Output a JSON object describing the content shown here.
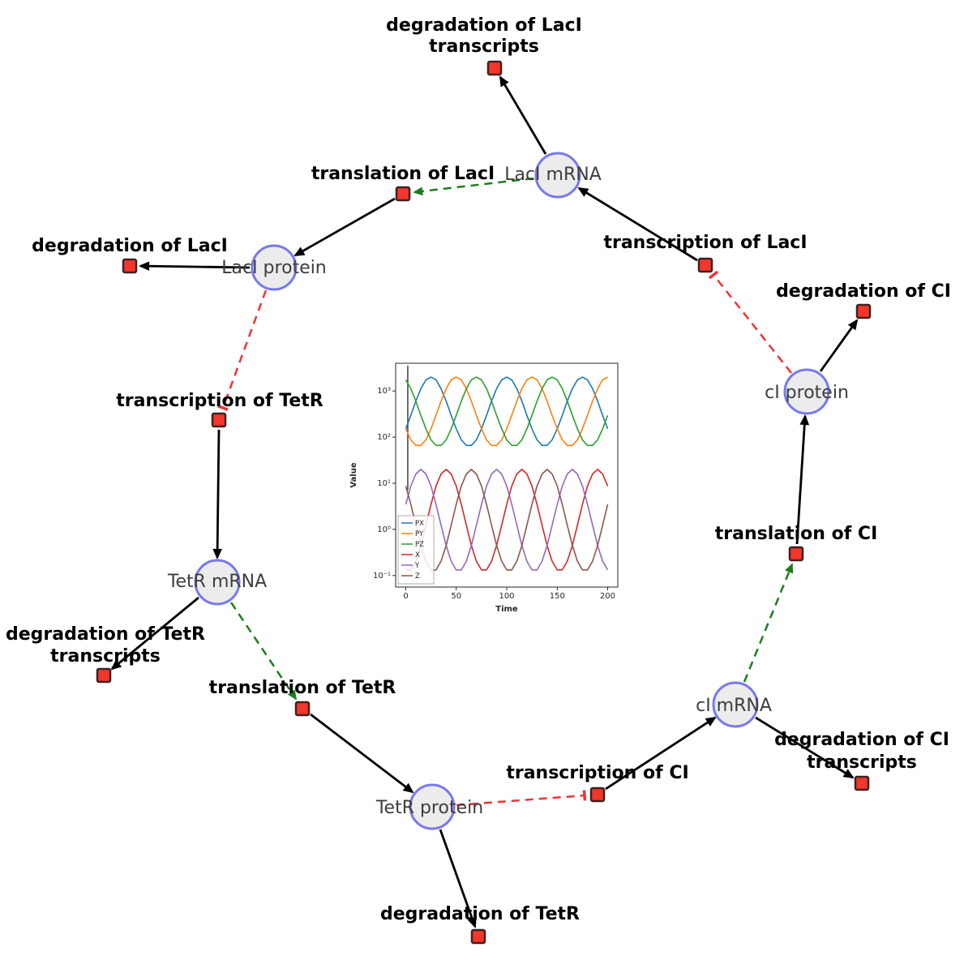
{
  "diagram": {
    "species": [
      {
        "label": "LacI mRNA"
      },
      {
        "label": "LacI protein"
      },
      {
        "label": "cI protein"
      },
      {
        "label": "TetR mRNA"
      },
      {
        "label": "cI mRNA"
      },
      {
        "label": "TetR protein"
      }
    ],
    "reactions": [
      {
        "lines": [
          "degradation of LacI",
          "transcripts"
        ]
      },
      {
        "lines": [
          "translation of LacI"
        ]
      },
      {
        "lines": [
          "transcription of LacI"
        ]
      },
      {
        "lines": [
          "degradation of LacI"
        ]
      },
      {
        "lines": [
          "degradation of CI"
        ]
      },
      {
        "lines": [
          "transcription of TetR"
        ]
      },
      {
        "lines": [
          "translation of CI"
        ]
      },
      {
        "lines": [
          "degradation of TetR",
          "transcripts"
        ]
      },
      {
        "lines": [
          "translation of TetR"
        ]
      },
      {
        "lines": [
          "transcription of CI"
        ]
      },
      {
        "lines": [
          "degradation of CI",
          "transcripts"
        ]
      },
      {
        "lines": [
          "degradation of TetR"
        ]
      }
    ],
    "colors": {
      "species_fill": "#ececec",
      "species_stroke": "#7878ee",
      "reaction_fill": "#f5362a",
      "reaction_stroke": "#402020",
      "edge_black": "#000000",
      "edge_green": "#1b7e1b",
      "edge_red": "#ee3333"
    }
  },
  "chart_data": {
    "type": "line",
    "title": "",
    "xlabel": "Time",
    "ylabel": "Value",
    "y_scale": "log",
    "xlim": [
      -10,
      210
    ],
    "ylim_log10": [
      -1.25,
      3.6
    ],
    "x_tick_labels": [
      "0",
      "50",
      "100",
      "150",
      "200"
    ],
    "y_tick_labels": [
      "10⁻¹",
      "10⁰",
      "10¹",
      "10²",
      "10³"
    ],
    "legend_position": "lower left",
    "x": [
      0,
      5,
      10,
      15,
      20,
      25,
      30,
      35,
      40,
      45,
      50,
      55,
      60,
      65,
      70,
      75,
      80,
      85,
      90,
      95,
      100,
      105,
      110,
      115,
      120,
      125,
      130,
      135,
      140,
      145,
      150,
      155,
      160,
      165,
      170,
      175,
      180,
      185,
      190,
      195,
      200
    ],
    "series": [
      {
        "name": "PX",
        "color": "#1f77b4",
        "log10_values": [
          2.18,
          2.47,
          2.78,
          3.05,
          3.24,
          3.3,
          3.24,
          3.05,
          2.78,
          2.47,
          2.18,
          1.94,
          1.82,
          1.82,
          1.94,
          2.18,
          2.47,
          2.78,
          3.05,
          3.24,
          3.3,
          3.24,
          3.05,
          2.78,
          2.47,
          2.18,
          1.94,
          1.82,
          1.82,
          1.94,
          2.18,
          2.47,
          2.78,
          3.05,
          3.24,
          3.3,
          3.24,
          3.05,
          2.78,
          2.47,
          2.18
        ]
      },
      {
        "name": "PY",
        "color": "#ff7f0e",
        "log10_values": [
          2.18,
          1.94,
          1.82,
          1.82,
          1.94,
          2.18,
          2.47,
          2.78,
          3.05,
          3.24,
          3.3,
          3.24,
          3.05,
          2.78,
          2.47,
          2.18,
          1.94,
          1.82,
          1.82,
          1.94,
          2.18,
          2.47,
          2.78,
          3.05,
          3.24,
          3.3,
          3.24,
          3.05,
          2.78,
          2.47,
          2.18,
          1.94,
          1.82,
          1.82,
          1.94,
          2.18,
          2.47,
          2.78,
          3.05,
          3.24,
          3.3
        ]
      },
      {
        "name": "PZ",
        "color": "#2ca02c",
        "log10_values": [
          3.24,
          3.05,
          2.78,
          2.47,
          2.18,
          1.94,
          1.82,
          1.82,
          1.94,
          2.18,
          2.47,
          2.78,
          3.05,
          3.24,
          3.3,
          3.24,
          3.05,
          2.78,
          2.47,
          2.18,
          1.94,
          1.82,
          1.82,
          1.94,
          2.18,
          2.47,
          2.78,
          3.05,
          3.24,
          3.3,
          3.24,
          3.05,
          2.78,
          2.47,
          2.18,
          1.94,
          1.82,
          1.82,
          1.94,
          2.18,
          2.47
        ]
      },
      {
        "name": "X",
        "color": "#d62728",
        "log10_values": [
          -0.88,
          -0.88,
          -0.69,
          -0.35,
          0.09,
          0.54,
          0.94,
          1.2,
          1.3,
          1.2,
          0.94,
          0.54,
          0.09,
          -0.35,
          -0.69,
          -0.88,
          -0.88,
          -0.69,
          -0.35,
          0.09,
          0.54,
          0.94,
          1.2,
          1.3,
          1.2,
          0.94,
          0.54,
          0.09,
          -0.35,
          -0.69,
          -0.88,
          -0.88,
          -0.69,
          -0.35,
          0.09,
          0.54,
          0.94,
          1.2,
          1.3,
          1.2,
          0.94
        ]
      },
      {
        "name": "Y",
        "color": "#9467bd",
        "log10_values": [
          0.54,
          0.94,
          1.2,
          1.3,
          1.2,
          0.94,
          0.54,
          0.09,
          -0.35,
          -0.69,
          -0.88,
          -0.88,
          -0.69,
          -0.35,
          0.09,
          0.54,
          0.94,
          1.2,
          1.3,
          1.2,
          0.94,
          0.54,
          0.09,
          -0.35,
          -0.69,
          -0.88,
          -0.88,
          -0.69,
          -0.35,
          0.09,
          0.54,
          0.94,
          1.2,
          1.3,
          1.2,
          0.94,
          0.54,
          0.09,
          -0.35,
          -0.69,
          -0.88
        ]
      },
      {
        "name": "Z",
        "color": "#8c564b",
        "log10_values": [
          0.94,
          0.54,
          0.09,
          -0.35,
          -0.69,
          -0.88,
          -0.88,
          -0.69,
          -0.35,
          0.09,
          0.54,
          0.94,
          1.2,
          1.3,
          1.2,
          0.94,
          0.54,
          0.09,
          -0.35,
          -0.69,
          -0.88,
          -0.88,
          -0.69,
          -0.35,
          0.09,
          0.54,
          0.94,
          1.2,
          1.3,
          1.2,
          0.94,
          0.54,
          0.09,
          -0.35,
          -0.69,
          -0.88,
          -0.88,
          -0.69,
          -0.35,
          0.09,
          0.54
        ]
      }
    ],
    "transient_line": {
      "x": 2,
      "log10_top": 3.55,
      "log10_bottom": 0.85
    }
  }
}
